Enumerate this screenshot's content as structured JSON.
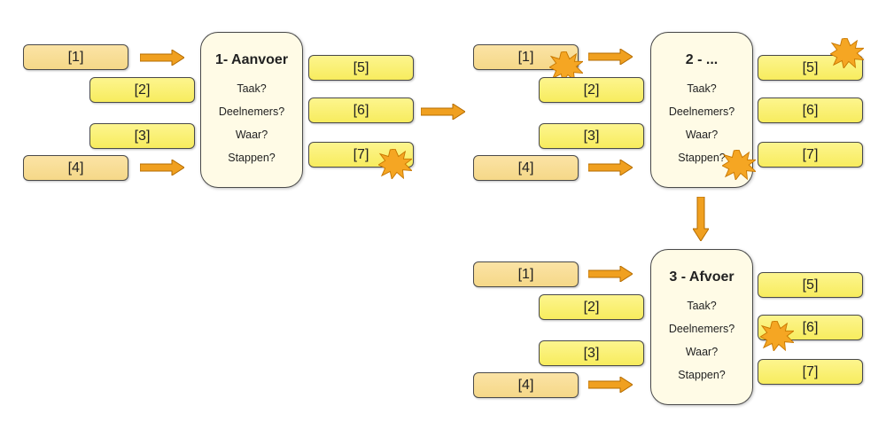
{
  "stages": [
    {
      "title": "1- Aanvoer",
      "questions": [
        "Taak?",
        "Deelnemers?",
        "Waar?",
        "Stappen?"
      ],
      "inputs": [
        "[1]",
        "[2]",
        "[3]",
        "[4]"
      ],
      "outputs": [
        "[5]",
        "[6]",
        "[7]"
      ]
    },
    {
      "title": "2 - ...",
      "questions": [
        "Taak?",
        "Deelnemers?",
        "Waar?",
        "Stappen?"
      ],
      "inputs": [
        "[1]",
        "[2]",
        "[3]",
        "[4]"
      ],
      "outputs": [
        "[5]",
        "[6]",
        "[7]"
      ]
    },
    {
      "title": "3 - Afvoer",
      "questions": [
        "Taak?",
        "Deelnemers?",
        "Waar?",
        "Stappen?"
      ],
      "inputs": [
        "[1]",
        "[2]",
        "[3]",
        "[4]"
      ],
      "outputs": [
        "[5]",
        "[6]",
        "[7]"
      ]
    }
  ],
  "colors": {
    "input_highlight": "#f5d888",
    "input_plain": "#f7ec5e",
    "output": "#f7ec5e",
    "arrow": "#f0a020",
    "burst": "#f5a623",
    "center_bg": "#fffbe6"
  }
}
